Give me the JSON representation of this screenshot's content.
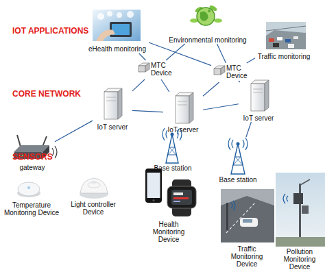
{
  "diagram": {
    "nodes": [
      {
        "text": [
          "eHealth monitoring"
        ]
      },
      {
        "text": [
          "Environmental monitoring"
        ]
      },
      {
        "text": [
          "Traffic monitoring"
        ]
      },
      {
        "text": [
          "MTC Device"
        ]
      },
      {
        "text": [
          "MTC Device"
        ]
      },
      {
        "text": [
          "IoT server"
        ]
      },
      {
        "text": [
          "IoT server"
        ]
      },
      {
        "text": [
          "IoT server"
        ]
      },
      {
        "text": [
          "gateway"
        ]
      },
      {
        "text": [
          "Base station"
        ]
      },
      {
        "text": [
          "Base station"
        ]
      },
      {
        "text": [
          "Temperature Monitoring Device"
        ]
      },
      {
        "text": [
          "Light controller Device"
        ]
      },
      {
        "text": [
          "Health Monitoring Device"
        ]
      },
      {
        "text": [
          "Traffic Monitoring Device"
        ]
      },
      {
        "text": [
          "Pollution Monitoring Device"
        ]
      }
    ],
    "edges": [
      {
        "from": 0,
        "to": 3,
        "arrow": "none"
      },
      {
        "from": 0,
        "to": 4,
        "arrow": "none"
      },
      {
        "from": 1,
        "to": 3,
        "arrow": "none"
      },
      {
        "from": 1,
        "to": 4,
        "arrow": "none"
      },
      {
        "from": 2,
        "to": 4,
        "arrow": "none"
      },
      {
        "from": 3,
        "to": 5,
        "arrow": "none"
      },
      {
        "from": 3,
        "to": 6,
        "arrow": "none"
      },
      {
        "from": 4,
        "to": 6,
        "arrow": "none"
      },
      {
        "from": 4,
        "to": 7,
        "arrow": "none"
      },
      {
        "from": 5,
        "to": 6,
        "arrow": "none"
      },
      {
        "from": 6,
        "to": 7,
        "arrow": "none"
      },
      {
        "from": 5,
        "to": 8,
        "arrow": "none"
      },
      {
        "from": 6,
        "to": 9,
        "arrow": "none"
      },
      {
        "from": 7,
        "to": 10,
        "arrow": "none"
      }
    ],
    "labels": [
      "IOT APPLICATIONS",
      "CORE NETWORK",
      "SENSORS"
    ]
  }
}
